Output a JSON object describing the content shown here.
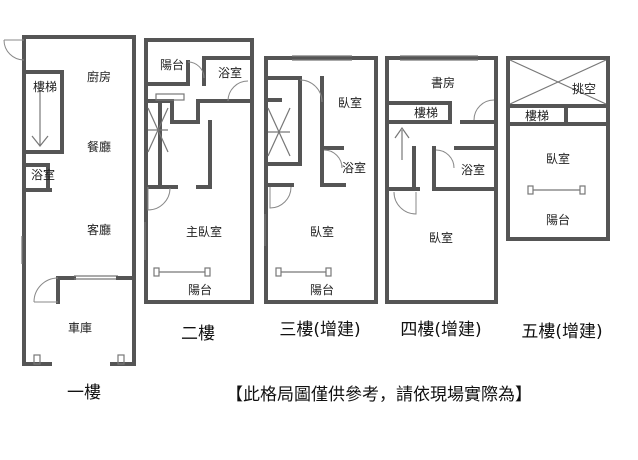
{
  "floors": {
    "f1": {
      "title": "一樓",
      "rooms": {
        "stairs": "樓梯",
        "kitchen": "廚房",
        "dining": "餐廳",
        "bath": "浴室",
        "living": "客廳",
        "garage": "車庫"
      }
    },
    "f2": {
      "title": "二樓",
      "rooms": {
        "balcony_top": "陽台",
        "bath": "浴室",
        "master": "主臥室",
        "balcony": "陽台"
      }
    },
    "f3": {
      "title": "三樓(增建)",
      "rooms": {
        "bedroom_top": "臥室",
        "bath": "浴室",
        "bedroom": "臥室",
        "balcony": "陽台"
      }
    },
    "f4": {
      "title": "四樓(增建)",
      "rooms": {
        "study": "書房",
        "stairs": "樓梯",
        "bath": "浴室",
        "bedroom": "臥室"
      }
    },
    "f5": {
      "title": "五樓(增建)",
      "rooms": {
        "void": "挑空",
        "stairs": "樓梯",
        "bedroom": "臥室",
        "balcony": "陽台"
      }
    }
  },
  "disclaimer": "【此格局圖僅供參考，請依現場實際為】"
}
